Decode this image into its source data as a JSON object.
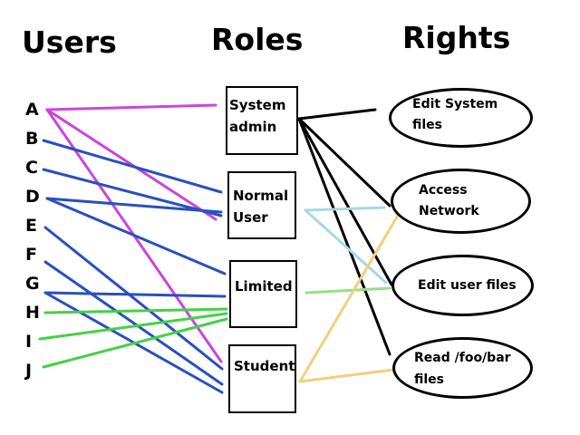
{
  "headers": {
    "users": "Users",
    "roles": "Roles",
    "rights": "Rights"
  },
  "users": [
    "A",
    "B",
    "C",
    "D",
    "E",
    "F",
    "G",
    "H",
    "I",
    "J"
  ],
  "roles": [
    {
      "id": "system-admin",
      "line1": "System",
      "line2": "admin"
    },
    {
      "id": "normal-user",
      "line1": "Normal",
      "line2": "User"
    },
    {
      "id": "limited",
      "line1": "Limited",
      "line2": ""
    },
    {
      "id": "student",
      "line1": "Student",
      "line2": ""
    }
  ],
  "rights": [
    {
      "id": "edit-system-files",
      "line1": "Edit System",
      "line2": "files"
    },
    {
      "id": "access-network",
      "line1": "Access",
      "line2": "Network"
    },
    {
      "id": "edit-user-files",
      "line1": "Edit user files",
      "line2": ""
    },
    {
      "id": "read-foo-bar-files",
      "line1": "Read /foo/bar",
      "line2": "files"
    }
  ],
  "colors": {
    "magenta": "#cc44dd",
    "blue": "#2a4fc0",
    "green": "#44d144",
    "black": "#000000",
    "cyan": "#a6d8e6",
    "lightgreen": "#99dd88",
    "gold": "#f0d080"
  },
  "user_role_links": [
    {
      "user": "A",
      "role": "system-admin",
      "color": "magenta"
    },
    {
      "user": "A",
      "role": "normal-user",
      "color": "magenta"
    },
    {
      "user": "A",
      "role": "student",
      "color": "magenta"
    },
    {
      "user": "B",
      "role": "normal-user",
      "color": "blue"
    },
    {
      "user": "C",
      "role": "normal-user",
      "color": "blue"
    },
    {
      "user": "D",
      "role": "normal-user",
      "color": "blue"
    },
    {
      "user": "D",
      "role": "limited",
      "color": "blue"
    },
    {
      "user": "E",
      "role": "student",
      "color": "blue"
    },
    {
      "user": "F",
      "role": "student",
      "color": "blue"
    },
    {
      "user": "G",
      "role": "limited",
      "color": "blue"
    },
    {
      "user": "G",
      "role": "student",
      "color": "blue"
    },
    {
      "user": "H",
      "role": "limited",
      "color": "green"
    },
    {
      "user": "I",
      "role": "limited",
      "color": "green"
    },
    {
      "user": "J",
      "role": "limited",
      "color": "green"
    }
  ],
  "role_right_links": [
    {
      "role": "system-admin",
      "right": "edit-system-files",
      "color": "black"
    },
    {
      "role": "system-admin",
      "right": "access-network",
      "color": "black"
    },
    {
      "role": "system-admin",
      "right": "edit-user-files",
      "color": "black"
    },
    {
      "role": "system-admin",
      "right": "read-foo-bar-files",
      "color": "black"
    },
    {
      "role": "normal-user",
      "right": "access-network",
      "color": "cyan"
    },
    {
      "role": "normal-user",
      "right": "edit-user-files",
      "color": "cyan"
    },
    {
      "role": "limited",
      "right": "edit-user-files",
      "color": "lightgreen"
    },
    {
      "role": "student",
      "right": "access-network",
      "color": "gold"
    },
    {
      "role": "student",
      "right": "read-foo-bar-files",
      "color": "gold"
    }
  ]
}
